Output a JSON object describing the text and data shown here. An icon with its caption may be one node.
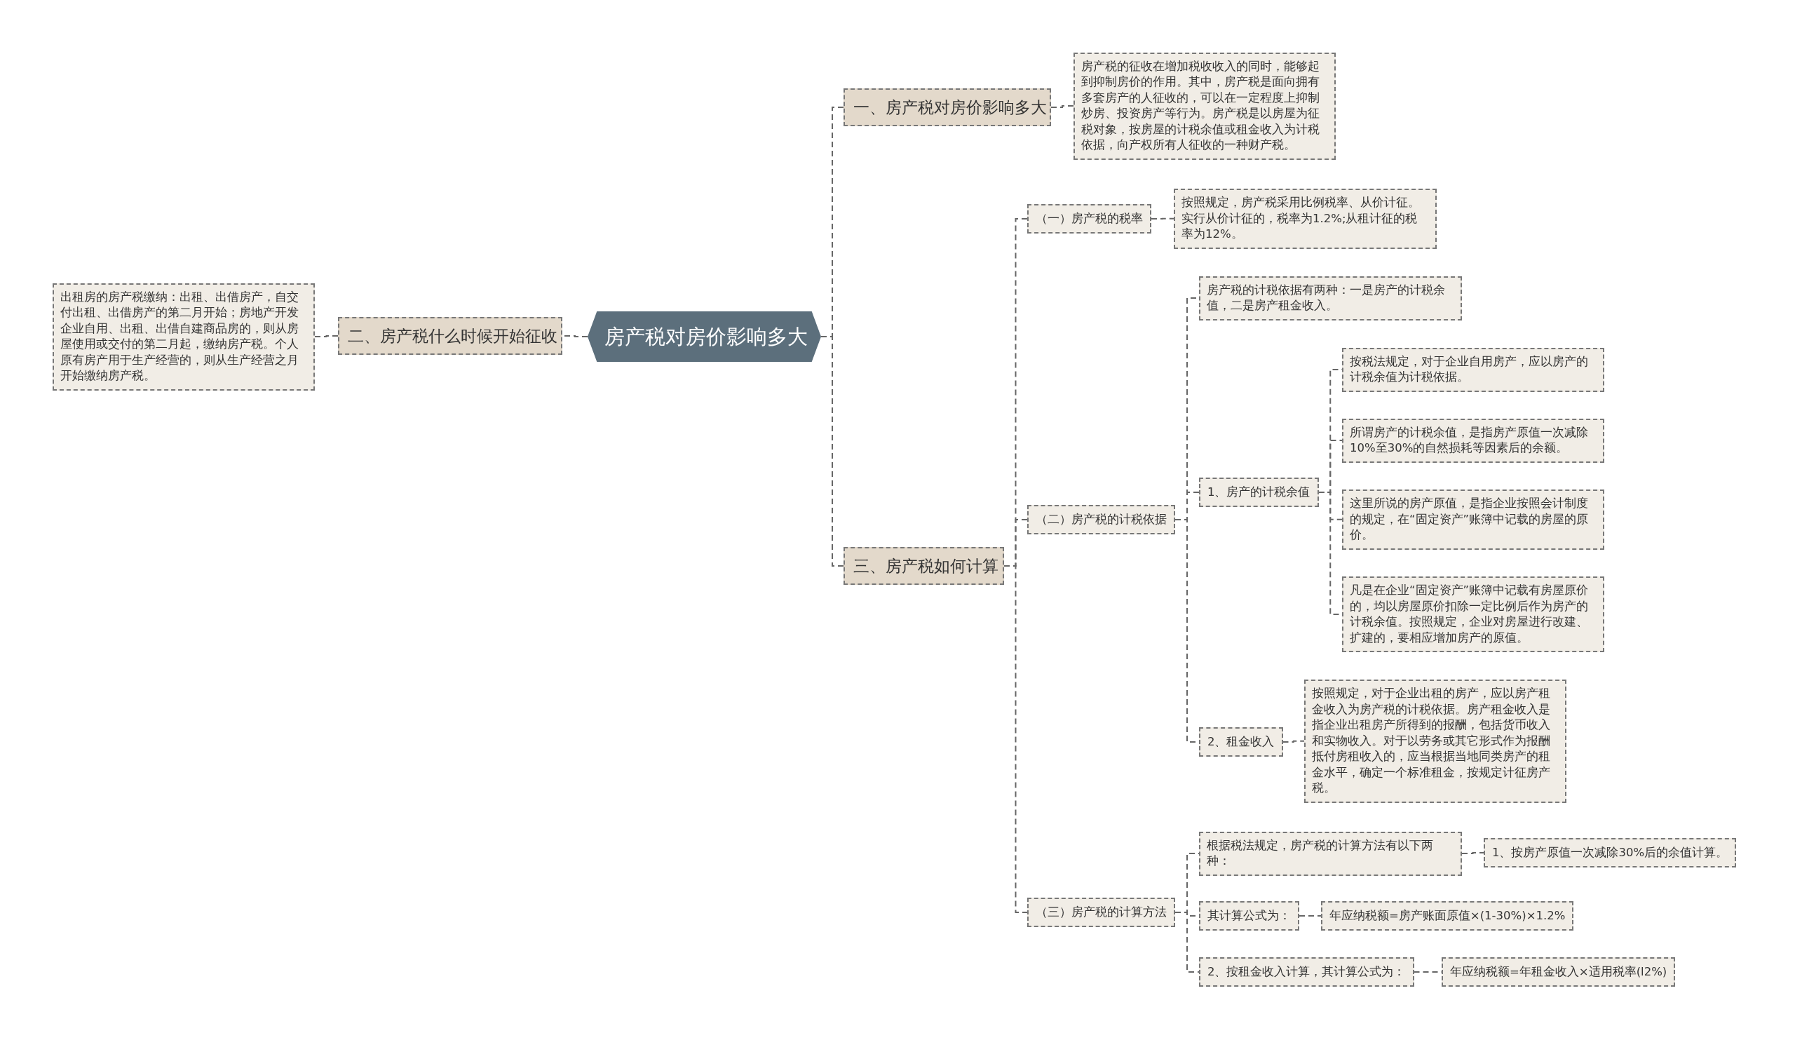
{
  "diagram": {
    "nodes": [
      {
        "text": [
          "房产税对房价影响多大"
        ]
      },
      {
        "text": [
          "一、房产税对房价影响多大"
        ]
      },
      {
        "text": [
          "房产税的征收在增加税收收入的同时，能够起到抑制房价的作用。其中，房产税是面向拥有多套房产的人征收的，可以在一定程度上抑制炒房、投资房产等行为。房产税是以房屋为征税对象，按房屋的计税余值或租金收入为计税依据，向产权所有人征收的一种财产税。"
        ]
      },
      {
        "text": [
          "二、房产税什么时候开始征收"
        ]
      },
      {
        "text": [
          "出租房的房产税缴纳：出租、出借房产，自交付出租、出借房产的第二月开始；房地产开发企业自用、出租、出借自建商品房的，则从房屋使用或交付的第二月起，缴纳房产税。个人原有房产用于生产经营的，则从生产经营之月开始缴纳房产税。"
        ]
      },
      {
        "text": [
          "三、房产税如何计算"
        ]
      },
      {
        "text": [
          "（一）房产税的税率"
        ]
      },
      {
        "text": [
          "按照规定，房产税采用比例税率、从价计征。实行从价计征的，税率为1.2%;从租计征的税率为12%。"
        ]
      },
      {
        "text": [
          "（二）房产税的计税依据"
        ]
      },
      {
        "text": [
          "房产税的计税依据有两种：一是房产的计税余值，二是房产租金收入。"
        ]
      },
      {
        "text": [
          "1、房产的计税余值"
        ]
      },
      {
        "text": [
          "按税法规定，对于企业自用房产，应以房产的计税余值为计税依据。"
        ]
      },
      {
        "text": [
          "所谓房产的计税余值，是指房产原值一次减除10%至30%的自然损耗等因素后的余额。"
        ]
      },
      {
        "text": [
          "这里所说的房产原值，是指企业按照会计制度的规定，在“固定资产”账簿中记载的房屋的原价。"
        ]
      },
      {
        "text": [
          "凡是在企业“固定资产”账簿中记载有房屋原价的，均以房屋原价扣除一定比例后作为房产的计税余值。按照规定，企业对房屋进行改建、扩建的，要相应增加房产的原值。"
        ]
      },
      {
        "text": [
          "2、租金收入"
        ]
      },
      {
        "text": [
          "按照规定，对于企业出租的房产，应以房产租金收入为房产税的计税依据。房产租金收入是指企业出租房产所得到的报酬，包括货币收入和实物收入。对于以劳务或其它形式作为报酬抵付房租收入的，应当根据当地同类房产的租金水平，确定一个标准租金，按规定计征房产税。"
        ]
      },
      {
        "text": [
          "（三）房产税的计算方法"
        ]
      },
      {
        "text": [
          "根据税法规定，房产税的计算方法有以下两种："
        ]
      },
      {
        "text": [
          "1、按房产原值一次减除30%后的余值计算。"
        ]
      },
      {
        "text": [
          "其计算公式为："
        ]
      },
      {
        "text": [
          "年应纳税额=房产账面原值×(1-30%)×1.2%"
        ]
      },
      {
        "text": [
          "2、按租金收入计算，其计算公式为："
        ]
      },
      {
        "text": [
          "年应纳税额=年租金收入×适用税率(l2%)"
        ]
      }
    ],
    "edges": [
      {
        "from": 0,
        "to": 1,
        "arrow": "none",
        "style": "dashed"
      },
      {
        "from": 0,
        "to": 3,
        "arrow": "none",
        "style": "dashed"
      },
      {
        "from": 0,
        "to": 5,
        "arrow": "none",
        "style": "dashed"
      },
      {
        "from": 1,
        "to": 2,
        "arrow": "none",
        "style": "dashed"
      },
      {
        "from": 3,
        "to": 4,
        "arrow": "none",
        "style": "dashed"
      },
      {
        "from": 5,
        "to": 6,
        "arrow": "none",
        "style": "dashed"
      },
      {
        "from": 5,
        "to": 8,
        "arrow": "none",
        "style": "dashed"
      },
      {
        "from": 5,
        "to": 17,
        "arrow": "none",
        "style": "dashed"
      },
      {
        "from": 6,
        "to": 7,
        "arrow": "none",
        "style": "dashed"
      },
      {
        "from": 8,
        "to": 9,
        "arrow": "none",
        "style": "dashed"
      },
      {
        "from": 8,
        "to": 10,
        "arrow": "none",
        "style": "dashed"
      },
      {
        "from": 8,
        "to": 15,
        "arrow": "none",
        "style": "dashed"
      },
      {
        "from": 10,
        "to": 11,
        "arrow": "none",
        "style": "dashed"
      },
      {
        "from": 10,
        "to": 12,
        "arrow": "none",
        "style": "dashed"
      },
      {
        "from": 10,
        "to": 13,
        "arrow": "none",
        "style": "dashed"
      },
      {
        "from": 10,
        "to": 14,
        "arrow": "none",
        "style": "dashed"
      },
      {
        "from": 15,
        "to": 16,
        "arrow": "none",
        "style": "dashed"
      },
      {
        "from": 17,
        "to": 18,
        "arrow": "none",
        "style": "dashed"
      },
      {
        "from": 17,
        "to": 20,
        "arrow": "none",
        "style": "dashed"
      },
      {
        "from": 17,
        "to": 22,
        "arrow": "none",
        "style": "dashed"
      },
      {
        "from": 18,
        "to": 19,
        "arrow": "none",
        "style": "dashed"
      },
      {
        "from": 20,
        "to": 21,
        "arrow": "none",
        "style": "dashed"
      },
      {
        "from": 22,
        "to": 23,
        "arrow": "none",
        "style": "dashed"
      }
    ]
  }
}
